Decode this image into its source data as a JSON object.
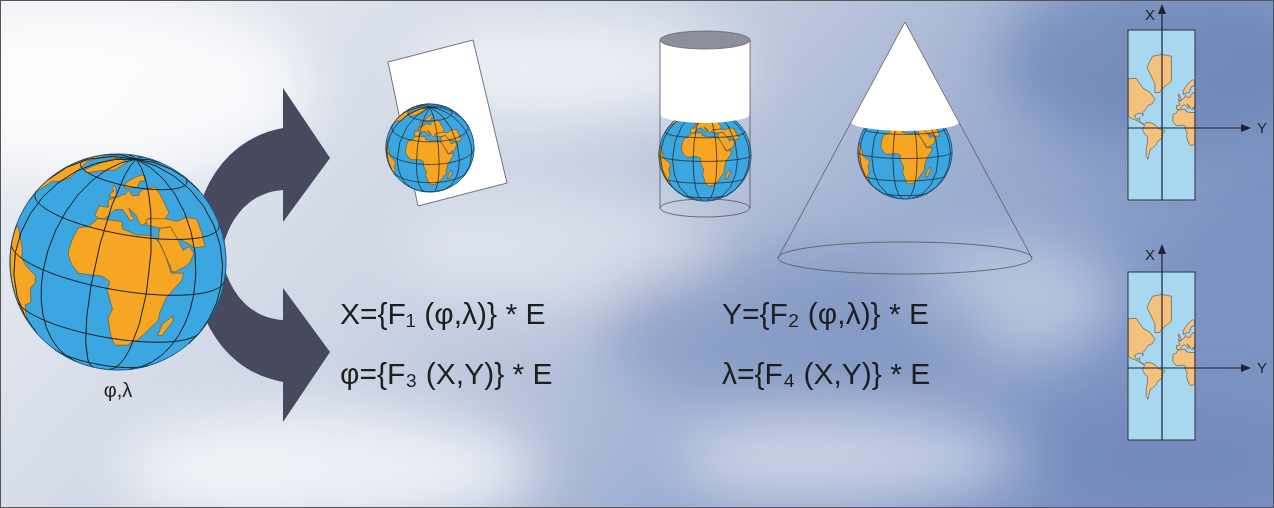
{
  "diagram": {
    "labels": [
      "φ,λ",
      "X",
      "Y",
      "X={F₁ (φ,λ)} * E",
      "Y={F₂ (φ,λ)} * E",
      "X",
      "Y",
      "φ={F₃ (X,Y)} * E",
      "λ={F₄ (X,Y)} * E"
    ]
  }
}
